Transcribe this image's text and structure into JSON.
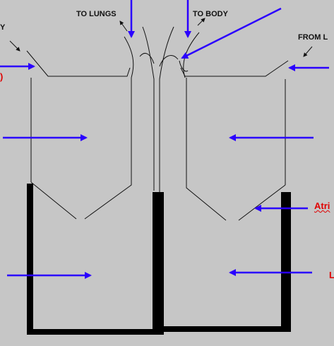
{
  "labels": {
    "to_lungs": "TO LUNGS",
    "to_body": "TO BODY",
    "from_lungs_partial": "FROM L",
    "left_edge_partial": "Y",
    "right_red_top_partial": "Atri",
    "right_red_bottom_partial": "L",
    "left_red_partial": ")"
  },
  "colors": {
    "background": "#c6c6c6",
    "outline": "#111111",
    "septum_wall": "#000000",
    "pointer_arrow": "#2a00ff",
    "label_red": "#e00000"
  },
  "icons": {
    "pointer_arrow": "arrow-right-icon",
    "flow_arrow": "small-arrow-icon"
  }
}
